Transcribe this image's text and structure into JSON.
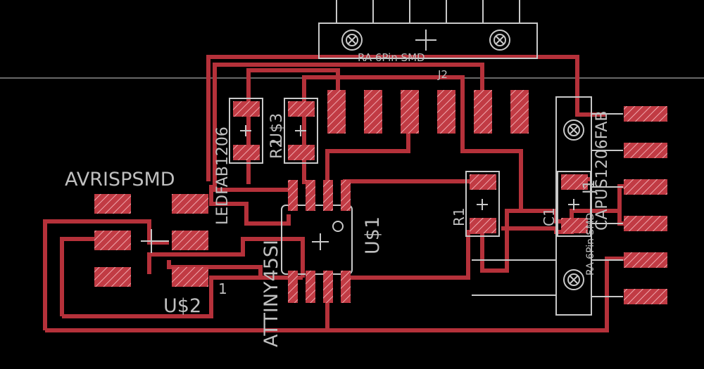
{
  "colors": {
    "background": "#000000",
    "trace": "#b5313a",
    "pad_fill": "#c13b44",
    "pad_hatch": "#f0a8ae",
    "silkscreen": "#c8c8c8",
    "label": "#bfbfbf"
  },
  "labels": {
    "header_top": "RA 6Pin SMD",
    "j2": "J2",
    "avrispsmd": "AVRISPSMD",
    "ledfab1206": "LEDFAB1206",
    "r2": "R2",
    "us3": "U$3",
    "attiny": "ATTINY45SI",
    "us1": "U$1",
    "r1": "R1",
    "c1": "C1",
    "us2": "U$2",
    "one": "1",
    "capus1206fab": "CAPUS1206FAB",
    "j1": "J1",
    "header_right": "RA 6Pin SMD"
  }
}
